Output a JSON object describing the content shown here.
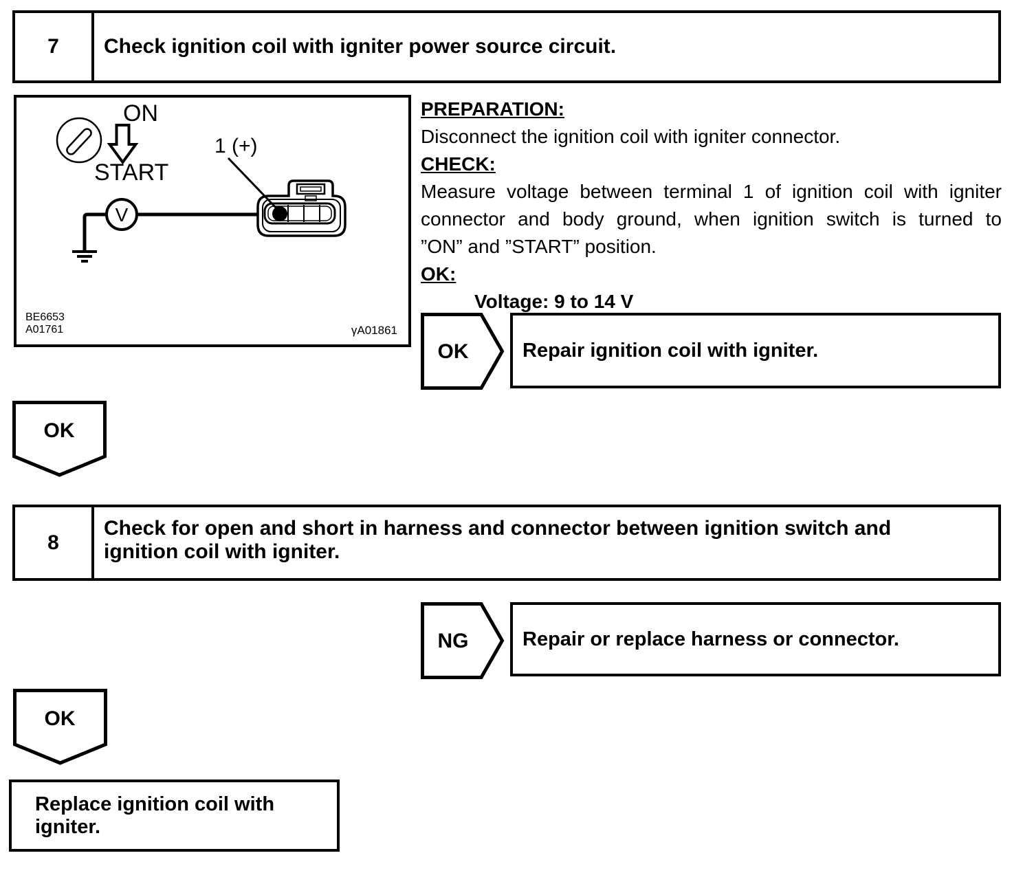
{
  "page": {
    "background": "#ffffff",
    "ink": "#000000"
  },
  "step7": {
    "number": "7",
    "title": "Check ignition coil with igniter power source circuit."
  },
  "figure": {
    "ignition_position_top": "ON",
    "ignition_position_bottom": "START",
    "terminal_label": "1 (+)",
    "voltmeter_label": "V",
    "code_line1": "BE6653",
    "code_line2": "A01761",
    "code_right": "γA01861"
  },
  "procedure": {
    "preparation_heading": "PREPARATION:",
    "preparation_text": "Disconnect the ignition coil with igniter connector.",
    "check_heading": "CHECK:",
    "check_lines": [
      "Measure voltage between terminal 1 of ignition coil with igniter",
      "connector and body ground, when ignition switch is turned to",
      "”ON” and ”START” position."
    ],
    "ok_heading": "OK:",
    "ok_spec": "Voltage: 9 to 14 V"
  },
  "branch_result_1": {
    "label": "OK",
    "action": "Repair ignition coil with igniter."
  },
  "flow_connector_1": {
    "label": "OK"
  },
  "step8": {
    "number": "8",
    "title_lines": [
      "Check for open and short in harness and connector between ignition switch and",
      "ignition coil with igniter."
    ]
  },
  "branch_result_2": {
    "label": "NG",
    "action": "Repair or replace harness or connector."
  },
  "flow_connector_2": {
    "label": "OK"
  },
  "final_action": {
    "text": "Replace ignition coil with igniter."
  }
}
